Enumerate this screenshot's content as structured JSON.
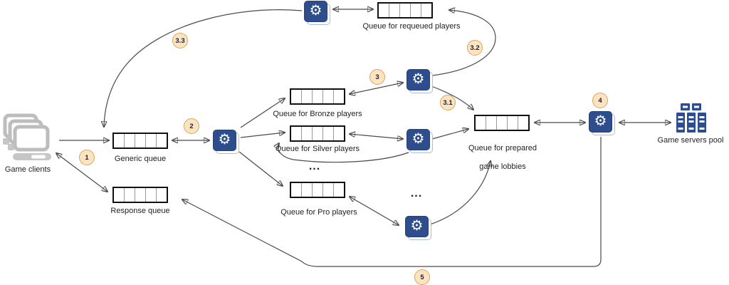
{
  "diagram": {
    "nodes": {
      "game_clients": {
        "label": "Game clients"
      },
      "generic_queue": {
        "label": "Generic queue"
      },
      "response_queue": {
        "label": "Response queue"
      },
      "bronze_queue": {
        "label": "Queue for Bronze players"
      },
      "silver_queue": {
        "label": "Queue for Silver players"
      },
      "pro_queue": {
        "label": "Queue for Pro players"
      },
      "requeued_queue": {
        "label": "Queue for requeued players"
      },
      "prepared_queue": {
        "label_line1": "Queue for prepared",
        "label_line2": "game lobbies"
      },
      "game_servers": {
        "label": "Game servers pool"
      }
    },
    "step_badges": [
      {
        "id": "step-1",
        "label": "1"
      },
      {
        "id": "step-2",
        "label": "2"
      },
      {
        "id": "step-3",
        "label": "3"
      },
      {
        "id": "step-3-1",
        "label": "3.1"
      },
      {
        "id": "step-3-2",
        "label": "3.2"
      },
      {
        "id": "step-3-3",
        "label": "3.3"
      },
      {
        "id": "step-4",
        "label": "4"
      },
      {
        "id": "step-5",
        "label": "5"
      }
    ],
    "ellipsis": "...",
    "icons": {
      "gear": "⚙",
      "clients": "stacked-monitors",
      "servers": "server-rack"
    },
    "colors": {
      "gear_blue": "#2e4d8c",
      "gear_stack_border": "#a8bddf",
      "badge_fill": "#fde3c0",
      "badge_border": "#d3a864",
      "line": "#4a4a4a",
      "queue_border": "#111111",
      "queue_divider": "#999999",
      "client_gray": "#bdbdbd",
      "server_blue": "#2e4d8c"
    }
  }
}
